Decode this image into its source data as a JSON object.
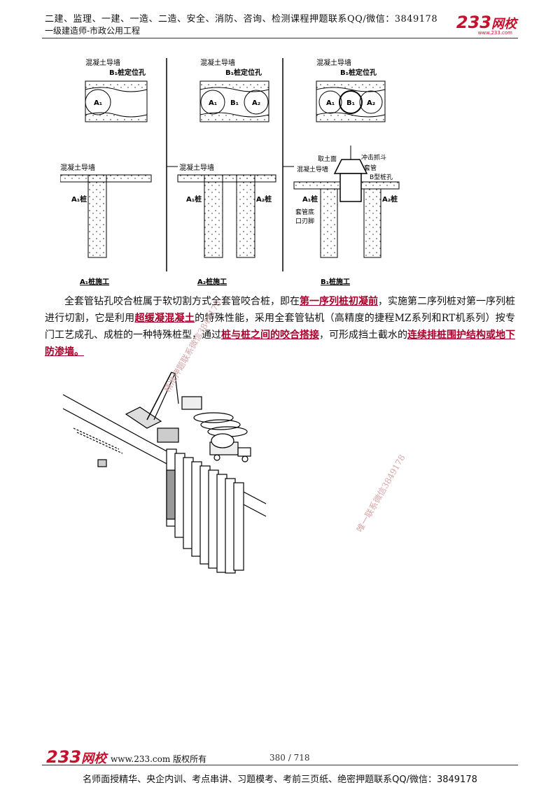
{
  "header": {
    "line1": "二建、监理、一建、一造、二造、安全、消防、咨询、检测课程押题联系QQ/微信：3849178",
    "line2": "一级建造师-市政公用工程",
    "logo_num": "233",
    "logo_cn": "网校",
    "logo_url": "www.233.com"
  },
  "figure_top": {
    "panels": [
      {
        "plan_label1": "混凝土导墙",
        "plan_label2": "B₁桩定位孔",
        "circles": [
          "A₁"
        ],
        "elev_label": "混凝土导墙",
        "pile_left": "A₁桩",
        "caption": "A₁桩施工"
      },
      {
        "plan_label1": "混凝土导墙",
        "plan_label2": "B₁桩定位孔",
        "circles": [
          "A₁",
          "B₁",
          "A₂"
        ],
        "elev_label": "混凝土导墙",
        "pile_left": "A₁桩",
        "pile_right": "A₂桩",
        "caption": "A₂桩施工"
      },
      {
        "plan_label1": "混凝土导墙",
        "plan_label2": "B₁桩定位孔",
        "circles": [
          "A₁",
          "B₁",
          "A₂"
        ],
        "elev_label": "混凝土导墙",
        "pile_left": "A₁桩",
        "pile_right": "A₂桩",
        "caption": "B₁桩施工",
        "extra": [
          "取土面",
          "冲击抓斗",
          "套管",
          "B型桩孔",
          "套管底",
          "口刃脚"
        ]
      }
    ]
  },
  "paragraph": {
    "t1": "全套管钻孔咬合桩属于软切割方式全套管咬合桩，即在",
    "h1": "第一序列桩初凝前",
    "t2": "，实施第二序列桩对第一序列桩进行切割，它是利用",
    "h2": "超缓凝混凝土",
    "t3": "的特殊性能，采用全套管钻机（高精度的捷程MZ系列和RT机系列）按专门工艺成孔、成桩的一种特殊桩型，通过",
    "h3": "桩与桩之间的咬合搭接",
    "t4": "，可形成挡土截水的",
    "h4": "连续排桩围护结构或地下防渗墙。"
  },
  "watermarks": {
    "wm1": "精准押题联系微信3849178",
    "wm2": "唯一联系微信3849178"
  },
  "footer": {
    "logo_num": "233",
    "logo_cn": "网校",
    "site": "www.233.com 版权所有",
    "page": "380 / 718",
    "bottom": "名师面授精华、央企内训、考点串讲、习题模考、考前三页纸、绝密押题联系QQ/微信：3849178"
  }
}
